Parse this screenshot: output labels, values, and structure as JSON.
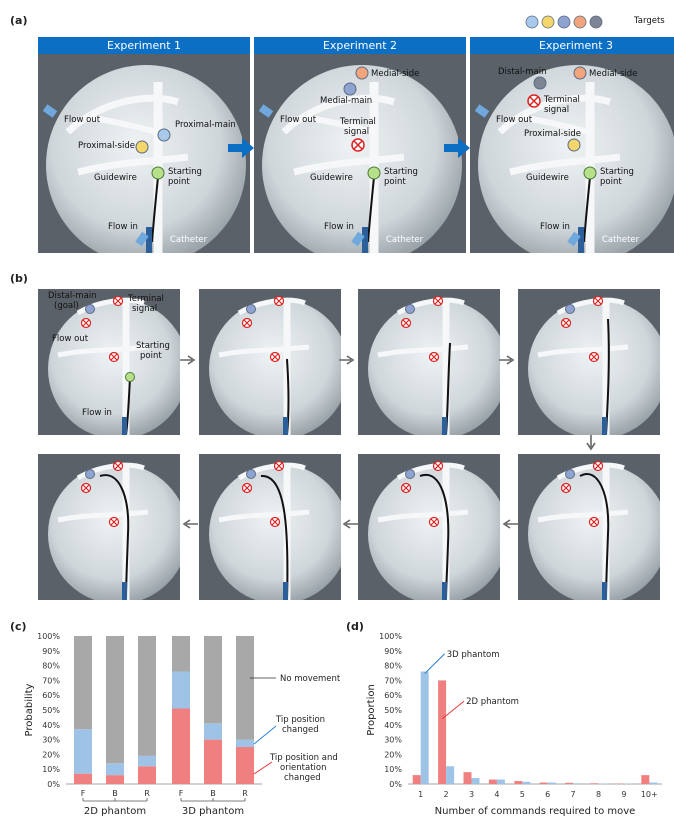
{
  "panels": {
    "a": "(a)",
    "b": "(b)",
    "c": "(c)",
    "d": "(d)"
  },
  "legend": {
    "label": "Targets",
    "colors": [
      "#a9c9ea",
      "#f4d66a",
      "#8fa3d1",
      "#f2a57d",
      "#7d8595"
    ]
  },
  "experiments": [
    {
      "title": "Experiment 1",
      "labels": {
        "flow_out": "Flow out",
        "proximal_main": "Proximal-main",
        "proximal_side": "Proximal-side",
        "starting": "Starting",
        "point": "point",
        "guidewire": "Guidewire",
        "flow_in": "Flow in",
        "catheter": "Catheter"
      }
    },
    {
      "title": "Experiment 2",
      "labels": {
        "medial_side": "Medial-side",
        "medial_main": "Medial-main",
        "flow_out": "Flow out",
        "terminal": "Terminal",
        "signal": "signal",
        "starting": "Starting",
        "point": "point",
        "guidewire": "Guidewire",
        "flow_in": "Flow in",
        "catheter": "Catheter"
      }
    },
    {
      "title": "Experiment 3",
      "labels": {
        "distal_main": "Distal-main",
        "medial_side": "Medial-side",
        "terminal": "Terminal",
        "signal": "signal",
        "flow_out": "Flow out",
        "proximal_side": "Proximal-side",
        "starting": "Starting",
        "point": "point",
        "guidewire": "Guidewire",
        "flow_in": "Flow in",
        "catheter": "Catheter"
      }
    }
  ],
  "sequence": {
    "distal_main": "Distal-main",
    "goal": "(goal)",
    "terminal": "Terminal",
    "signal": "signal",
    "flow_out": "Flow out",
    "starting": "Starting",
    "point": "point",
    "flow_in": "Flow in"
  },
  "chart_data": [
    {
      "type": "bar",
      "stacked": true,
      "ylabel": "Probability",
      "ylim": [
        0,
        100
      ],
      "yticks": [
        "0%",
        "10%",
        "20%",
        "30%",
        "40%",
        "50%",
        "60%",
        "70%",
        "80%",
        "90%",
        "100%"
      ],
      "categories": [
        "F",
        "B",
        "R",
        "F",
        "B",
        "R"
      ],
      "groups": [
        "2D phantom",
        "3D phantom"
      ],
      "series": [
        {
          "name": "Tip position and orientation changed",
          "color": "#f08080",
          "values": [
            7,
            6,
            12,
            51,
            30,
            25
          ]
        },
        {
          "name": "Tip position changed",
          "color": "#9fc3e6",
          "values": [
            30,
            8,
            7,
            25,
            11,
            5
          ]
        },
        {
          "name": "No movement",
          "color": "#a8a8a8",
          "values": [
            63,
            86,
            81,
            24,
            59,
            70
          ]
        }
      ],
      "annotations": [
        "No movement",
        "Tip position",
        "changed",
        "Tip position and",
        "orientation",
        "changed"
      ]
    },
    {
      "type": "bar",
      "xlabel": "Number of commands required to move",
      "ylabel": "Proportion",
      "ylim": [
        0,
        100
      ],
      "yticks": [
        "0%",
        "10%",
        "20%",
        "30%",
        "40%",
        "50%",
        "60%",
        "70%",
        "80%",
        "90%",
        "100%"
      ],
      "categories": [
        "1",
        "2",
        "3",
        "4",
        "5",
        "6",
        "7",
        "8",
        "9",
        "10+"
      ],
      "series": [
        {
          "name": "2D phantom",
          "color": "#f08080",
          "values": [
            6,
            70,
            8,
            3,
            2,
            1,
            0.8,
            0.5,
            0.3,
            6
          ]
        },
        {
          "name": "3D phantom",
          "color": "#9fc3e6",
          "values": [
            76,
            12,
            4,
            3,
            1.5,
            1,
            0.5,
            0.3,
            0.2,
            1
          ]
        }
      ]
    }
  ]
}
